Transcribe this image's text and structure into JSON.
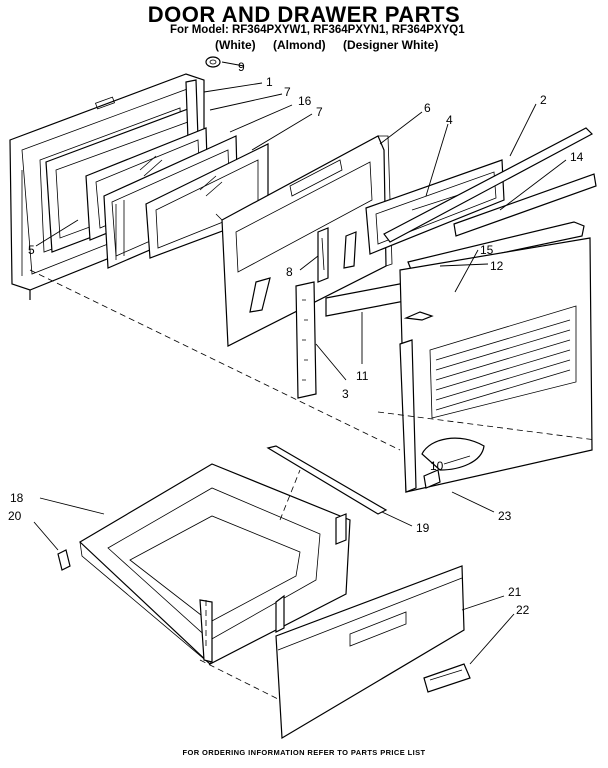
{
  "header": {
    "title": "DOOR AND DRAWER PARTS",
    "models": "For Model: RF364PXYW1, RF364PXYN1, RF364PXYQ1",
    "variants": [
      "(White)",
      "(Almond)",
      "(Designer White)"
    ]
  },
  "callouts": {
    "c1": "1",
    "c2": "2",
    "c3": "3",
    "c4": "4",
    "c5": "5",
    "c6": "6",
    "c7a": "7",
    "c7b": "7",
    "c8": "8",
    "c9": "9",
    "c10": "10",
    "c11": "11",
    "c12": "12",
    "c14": "14",
    "c15": "15",
    "c16": "16",
    "c18": "18",
    "c19": "19",
    "c20": "20",
    "c21": "21",
    "c22": "22",
    "c23": "23"
  },
  "footer": {
    "note": "FOR ORDERING INFORMATION REFER TO PARTS PRICE LIST"
  }
}
